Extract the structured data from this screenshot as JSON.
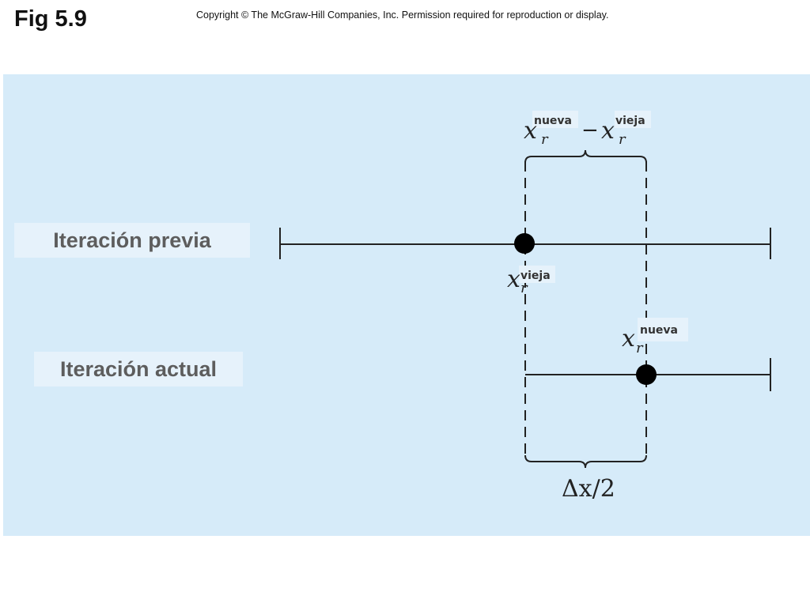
{
  "header": {
    "figure_label": "Fig 5.9",
    "copyright": "Copyright © The McGraw-Hill Companies, Inc. Permission required for reproduction or display."
  },
  "diagram": {
    "previous_iteration_label": "Iteración previa",
    "current_iteration_label": "Iteración actual",
    "variable_symbol": "x",
    "subscript": "r",
    "old_tag": "vieja",
    "new_tag": "nueva",
    "minus_sign": "−",
    "half_width_label": "Δx/2"
  },
  "colors": {
    "panel_background": "#d6ebf9",
    "label_background": "#e6f2fb",
    "line": "#222222"
  }
}
